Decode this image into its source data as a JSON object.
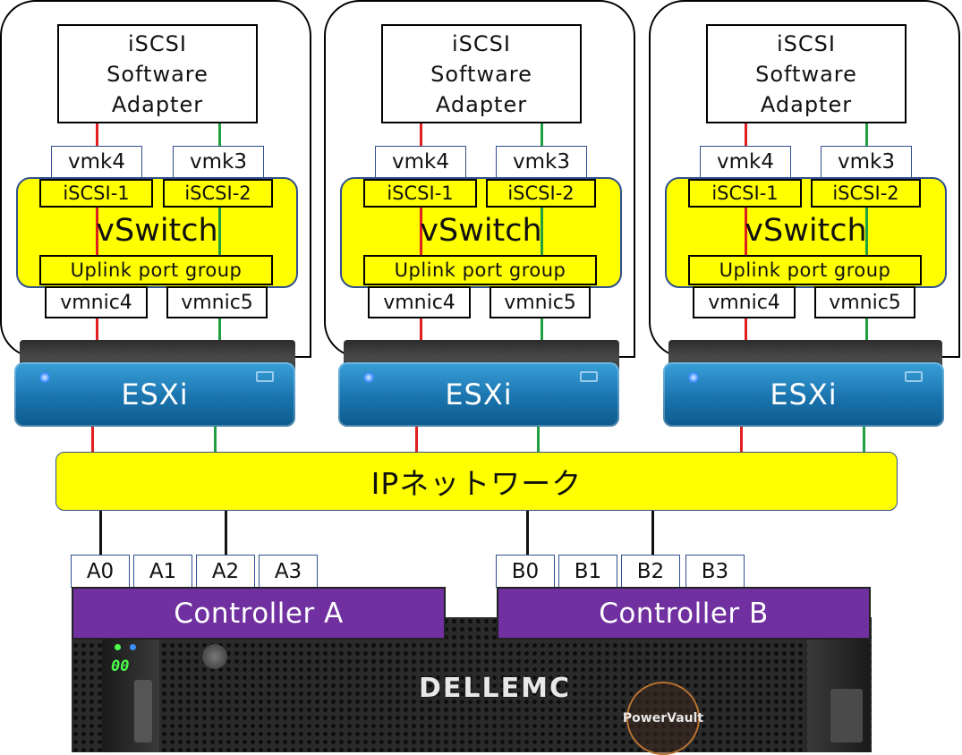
{
  "hosts": [
    {
      "adapter_label": "iSCSI\nSoftware\nAdapter",
      "vmk_left": "vmk4",
      "vmk_right": "vmk3",
      "pg_left": "iSCSI-1",
      "pg_right": "iSCSI-2",
      "vswitch_label": "vSwitch",
      "uplink_label": "Uplink port group",
      "nic_left": "vmnic4",
      "nic_right": "vmnic5",
      "server_label": "ESXi"
    },
    {
      "adapter_label": "iSCSI\nSoftware\nAdapter",
      "vmk_left": "vmk4",
      "vmk_right": "vmk3",
      "pg_left": "iSCSI-1",
      "pg_right": "iSCSI-2",
      "vswitch_label": "vSwitch",
      "uplink_label": "Uplink port group",
      "nic_left": "vmnic4",
      "nic_right": "vmnic5",
      "server_label": "ESXi"
    },
    {
      "adapter_label": "iSCSI\nSoftware\nAdapter",
      "vmk_left": "vmk4",
      "vmk_right": "vmk3",
      "pg_left": "iSCSI-1",
      "pg_right": "iSCSI-2",
      "vswitch_label": "vSwitch",
      "uplink_label": "Uplink port group",
      "nic_left": "vmnic4",
      "nic_right": "vmnic5",
      "server_label": "ESXi"
    }
  ],
  "network": {
    "label": "IPネットワーク"
  },
  "controllers": [
    {
      "label": "Controller A",
      "ports": [
        "A0",
        "A1",
        "A2",
        "A3"
      ]
    },
    {
      "label": "Controller B",
      "ports": [
        "B0",
        "B1",
        "B2",
        "B3"
      ]
    }
  ],
  "storage": {
    "brand_logo": "DELLEMC",
    "product_badge": "PowerVault",
    "led_display": "00"
  },
  "colors": {
    "path_a": "#e02020",
    "path_b": "#20a040",
    "vswitch": "#ffff00",
    "controller": "#7030a0",
    "esxi": "#1a74ae"
  }
}
